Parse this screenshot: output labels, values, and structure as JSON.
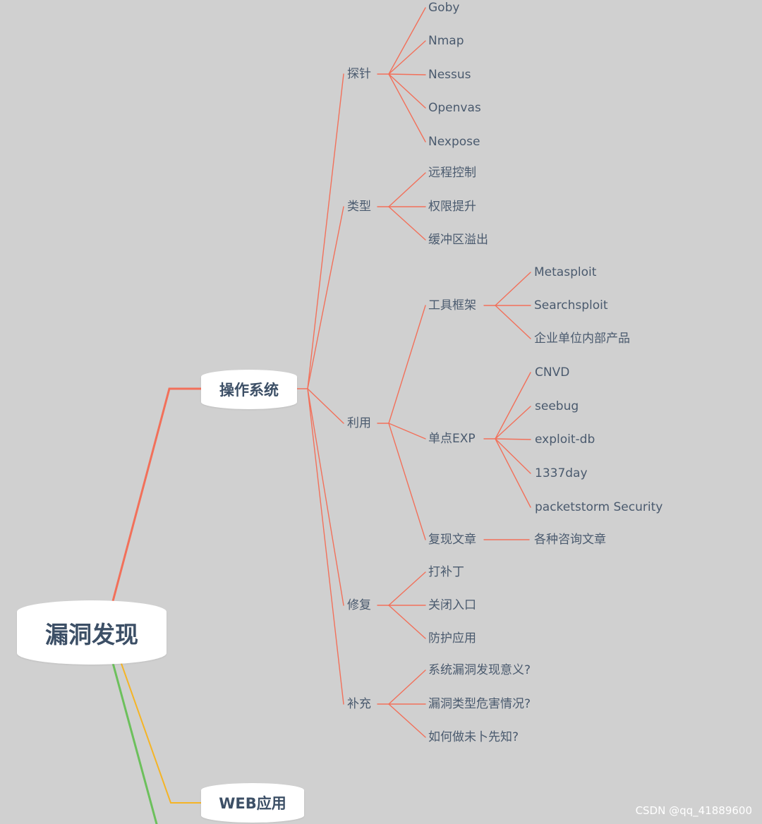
{
  "mindmap": {
    "root": "漏洞发现",
    "branch_os": {
      "label": "操作系统",
      "probe": {
        "label": "探针",
        "items": [
          "Goby",
          "Nmap",
          "Nessus",
          "Openvas",
          "Nexpose"
        ]
      },
      "types": {
        "label": "类型",
        "items": [
          "远程控制",
          "权限提升",
          "缓冲区溢出"
        ]
      },
      "exploit": {
        "label": "利用",
        "framework": {
          "label": "工具框架",
          "items": [
            "Metasploit",
            "Searchsploit",
            "企业单位内部产品"
          ]
        },
        "single_exp": {
          "label": "单点EXP",
          "items": [
            "CNVD",
            "seebug",
            "exploit-db",
            "1337day",
            "packetstorm Security"
          ]
        },
        "articles": {
          "label": "复现文章",
          "items": [
            "各种咨询文章"
          ]
        }
      },
      "repair": {
        "label": "修复",
        "items": [
          "打补丁",
          "关闭入口",
          "防护应用"
        ]
      },
      "extra": {
        "label": "补充",
        "items": [
          "系统漏洞发现意义?",
          "漏洞类型危害情况?",
          "如何做未卜先知?"
        ]
      }
    },
    "branch_web": {
      "label": "WEB应用"
    }
  },
  "colors": {
    "background": "#d0d0d0",
    "os_branch": "#f2705a",
    "web_branch": "#f5b425",
    "green_branch": "#6cc05c",
    "node_text": "#3c4f66",
    "leaf_text": "#4a5a6e"
  },
  "watermark": "CSDN @qq_41889600"
}
